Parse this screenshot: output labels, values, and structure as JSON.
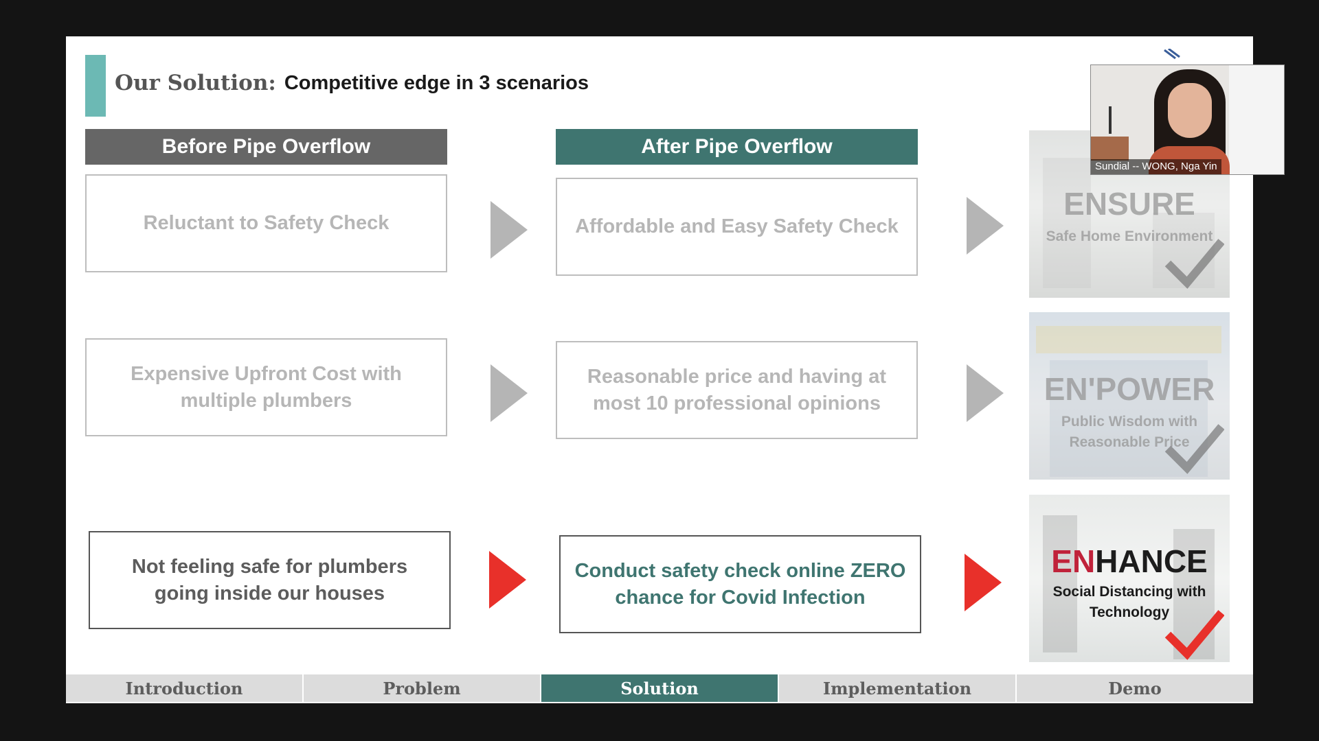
{
  "slide": {
    "title_bold": "Our Solution:",
    "title_rest": "Competitive edge in 3 scenarios",
    "col_before": "Before Pipe Overflow",
    "col_after": "After Pipe Overflow",
    "rows": [
      {
        "before": "Reluctant to Safety Check",
        "after": "Affordable and Easy Safety Check"
      },
      {
        "before": "Expensive Upfront Cost with multiple plumbers",
        "after": "Reasonable price and having at most 10 professional opinions"
      },
      {
        "before": "Not feeling safe for plumbers going inside our houses",
        "after": "Conduct safety check online ZERO chance for Covid Infection"
      }
    ],
    "cards": [
      {
        "title": "ENSURE",
        "subtitle": "Safe Home Environment"
      },
      {
        "title": "EN'POWER",
        "subtitle": "Public Wisdom with Reasonable Price"
      },
      {
        "title_prefix": "EN",
        "title_suffix": "HANCE",
        "subtitle": "Social Distancing with Technology"
      }
    ]
  },
  "nav": {
    "items": [
      "Introduction",
      "Problem",
      "Solution",
      "Implementation",
      "Demo"
    ],
    "active": "Solution"
  },
  "video": {
    "participant": "Sundial -- WONG, Nga Yin"
  },
  "colors": {
    "accent_teal": "#3f7570",
    "title_bar": "#6cb9b4",
    "header_gray": "#666666",
    "arrow_red": "#e8302a",
    "en_red": "#c0223a"
  }
}
